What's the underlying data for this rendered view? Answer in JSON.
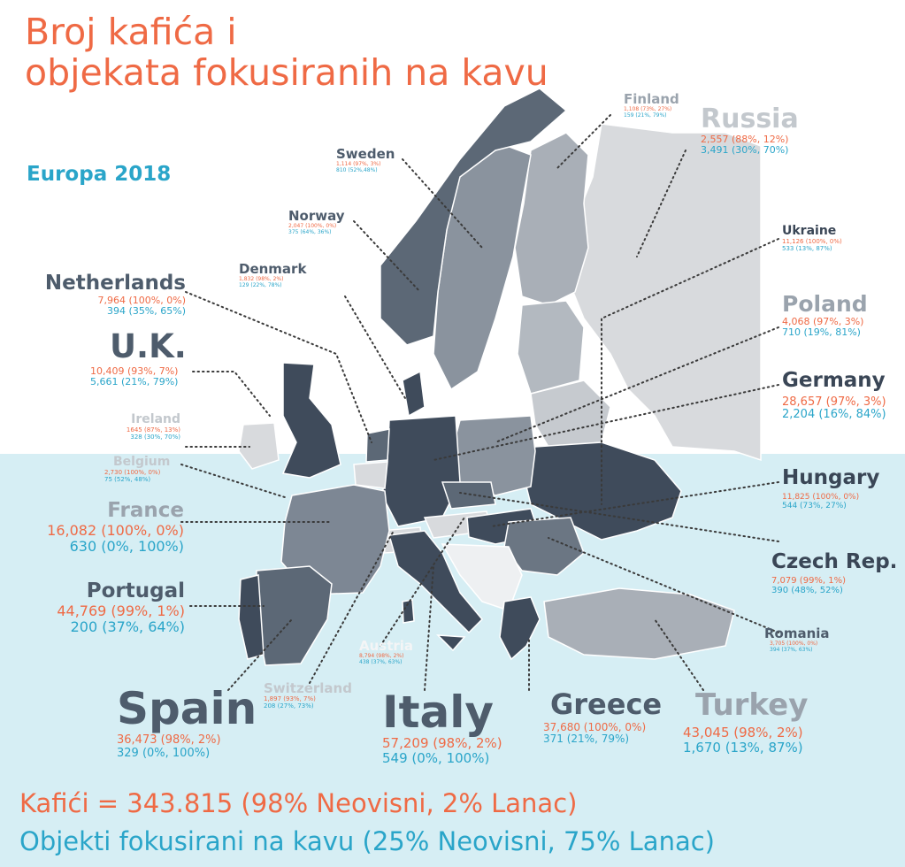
{
  "title_line1": "Broj kafića i",
  "title_line2": "objekata fokusiranih na kavu",
  "subtitle": "Europa 2018",
  "footer_cafes": "Kafići = 343.815 (98% Neovisni, 2% Lanac)",
  "footer_coffee": "Objekti fokusirani na kavu (25% Neovisni, 75% Lanac)",
  "colors": {
    "cafes": "#ef6a45",
    "coffee_focused": "#2aa5c9",
    "dark_country": "#3f4b5b",
    "mid_country": "#7d8794",
    "light_country": "#d8dadd",
    "sea": "#d6eef4"
  },
  "countries": {
    "finland": {
      "name": "Finland",
      "cafes": "1,108 (73%, 27%)",
      "coffee": "159 (21%, 79%)"
    },
    "russia": {
      "name": "Russia",
      "cafes": "2,557 (88%, 12%)",
      "coffee": "3,491 (30%, 70%)"
    },
    "sweden": {
      "name": "Sweden",
      "cafes": "1,114 (97%, 3%)",
      "coffee": "810 (52%,48%)"
    },
    "norway": {
      "name": "Norway",
      "cafes": "2,047 (100%, 0%)",
      "coffee": "375 (64%, 36%)"
    },
    "ukraine": {
      "name": "Ukraine",
      "cafes": "11,126 (100%, 0%)",
      "coffee": "533 (13%, 87%)"
    },
    "denmark": {
      "name": "Denmark",
      "cafes": "1,832 (98%, 2%)",
      "coffee": "129 (22%, 78%)"
    },
    "netherlands": {
      "name": "Netherlands",
      "cafes": "7,964 (100%, 0%)",
      "coffee": "394 (35%, 65%)"
    },
    "poland": {
      "name": "Poland",
      "cafes": "4,068 (97%, 3%)",
      "coffee": "710 (19%, 81%)"
    },
    "uk": {
      "name": "U.K.",
      "cafes": "10,409 (93%, 7%)",
      "coffee": "5,661 (21%, 79%)"
    },
    "germany": {
      "name": "Germany",
      "cafes": "28,657 (97%, 3%)",
      "coffee": "2,204 (16%, 84%)"
    },
    "ireland": {
      "name": "Ireland",
      "cafes": "1645 (87%, 13%)",
      "coffee": "328 (30%, 70%)"
    },
    "belgium": {
      "name": "Belgium",
      "cafes": "2,730 (100%, 0%)",
      "coffee": "75 (52%, 48%)"
    },
    "hungary": {
      "name": "Hungary",
      "cafes": "11,825 (100%, 0%)",
      "coffee": "544 (73%, 27%)"
    },
    "france": {
      "name": "France",
      "cafes": "16,082 (100%, 0%)",
      "coffee": "630 (0%, 100%)"
    },
    "czech": {
      "name": "Czech Rep.",
      "cafes": "7,079 (99%, 1%)",
      "coffee": "390 (48%, 52%)"
    },
    "portugal": {
      "name": "Portugal",
      "cafes": "44,769 (99%, 1%)",
      "coffee": "200 (37%, 64%)"
    },
    "romania": {
      "name": "Romania",
      "cafes": "3,705 (100%, 0%)",
      "coffee": "394 (37%, 63%)"
    },
    "austria": {
      "name": "Austria",
      "cafes": "8,794 (98%, 2%)",
      "coffee": "438 (37%, 63%)"
    },
    "switzerland": {
      "name": "Switzerland",
      "cafes": "1,897 (93%, 7%)",
      "coffee": "208 (27%, 73%)"
    },
    "spain": {
      "name": "Spain",
      "cafes": "36,473 (98%, 2%)",
      "coffee": "329 (0%, 100%)"
    },
    "italy": {
      "name": "Italy",
      "cafes": "57,209 (98%, 2%)",
      "coffee": "549 (0%, 100%)"
    },
    "greece": {
      "name": "Greece",
      "cafes": "37,680 (100%, 0%)",
      "coffee": "371 (21%, 79%)"
    },
    "turkey": {
      "name": "Turkey",
      "cafes": "43,045 (98%, 2%)",
      "coffee": "1,670 (13%, 87%)"
    }
  }
}
